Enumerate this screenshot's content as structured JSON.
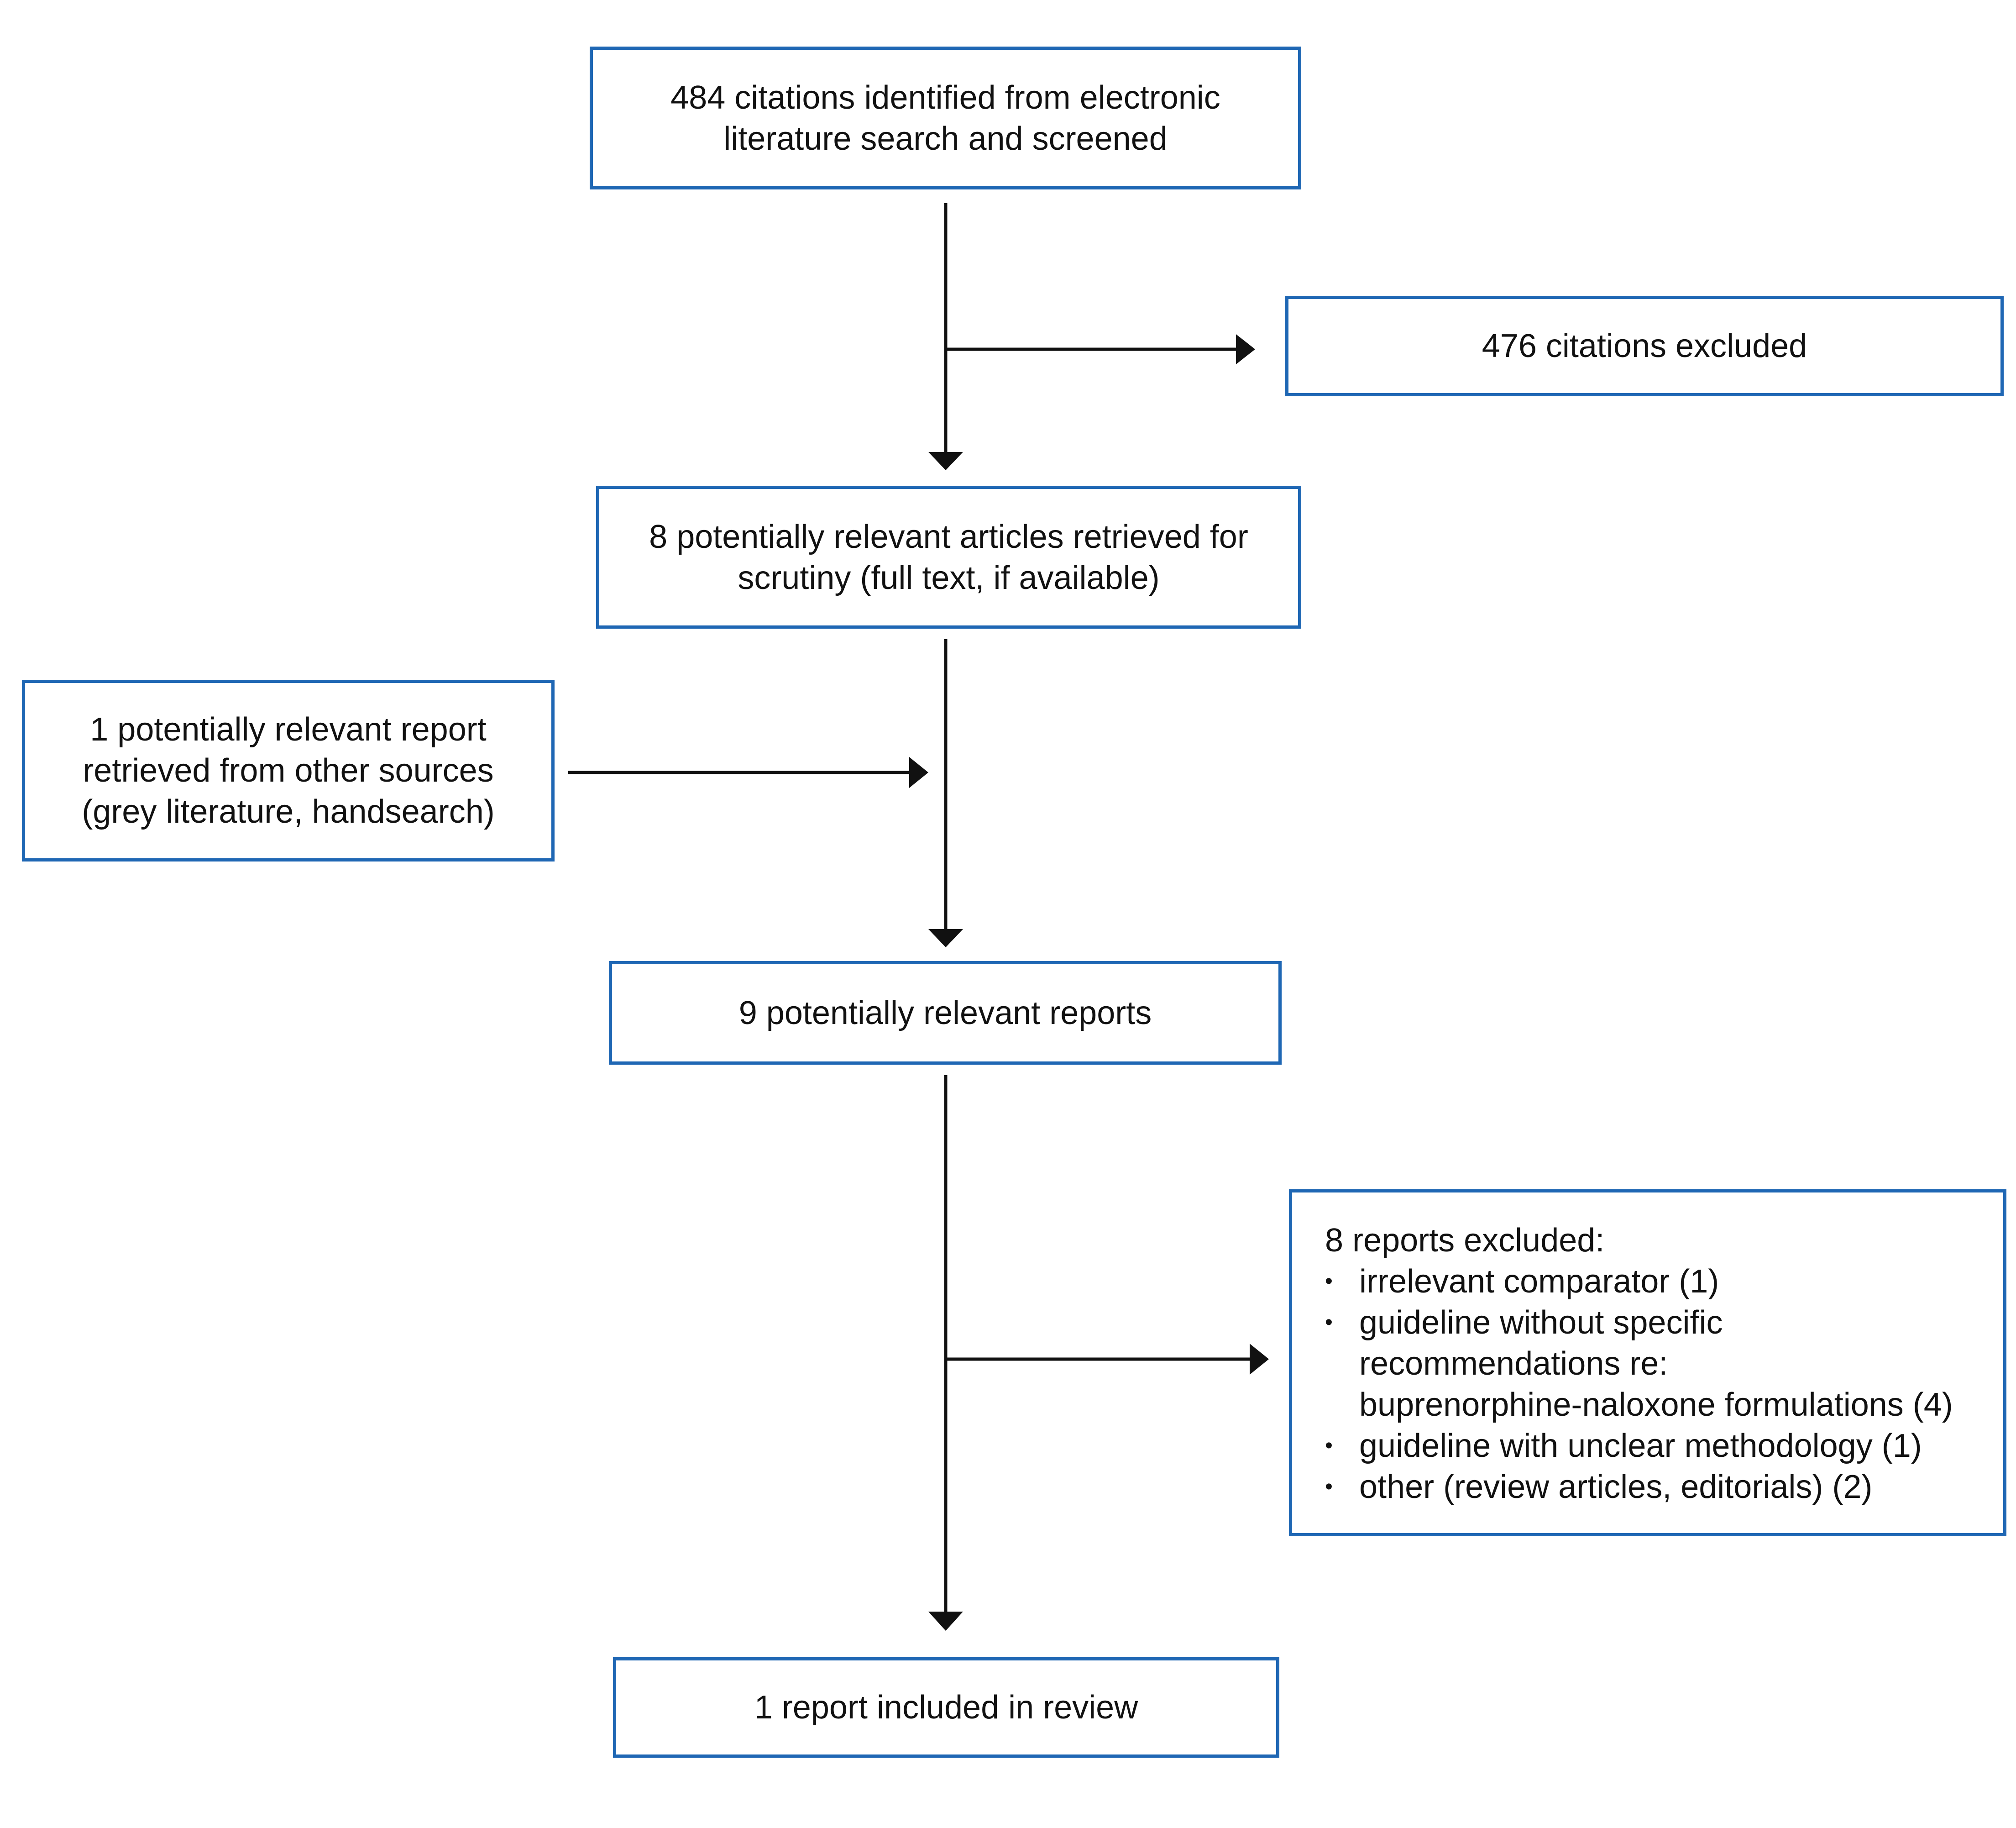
{
  "colors": {
    "box_border": "#1f67b4",
    "arrow": "#111111",
    "text": "#111111"
  },
  "boxes": {
    "identified": {
      "lines": [
        "484 citations identified from electronic",
        "literature search and screened"
      ]
    },
    "citations_excluded": {
      "lines": [
        "476 citations excluded"
      ]
    },
    "retrieved": {
      "lines": [
        "8 potentially relevant articles retrieved for",
        "scrutiny (full text, if available)"
      ]
    },
    "other_sources": {
      "lines": [
        "1 potentially relevant report",
        "retrieved from other sources",
        "(grey literature, handsearch)"
      ]
    },
    "potentially_relevant": {
      "lines": [
        "9 potentially relevant reports"
      ]
    },
    "reports_excluded": {
      "heading": "8 reports excluded:",
      "bullet_glyph": "•",
      "items": [
        {
          "lines": [
            "irrelevant comparator (1)"
          ]
        },
        {
          "lines": [
            "guideline without specific",
            "recommendations re:",
            "buprenorphine-naloxone formulations (4)"
          ]
        },
        {
          "lines": [
            "guideline with unclear methodology (1)"
          ]
        },
        {
          "lines": [
            "other (review articles, editorials) (2)"
          ]
        }
      ]
    },
    "included": {
      "lines": [
        "1 report included in review"
      ]
    }
  }
}
